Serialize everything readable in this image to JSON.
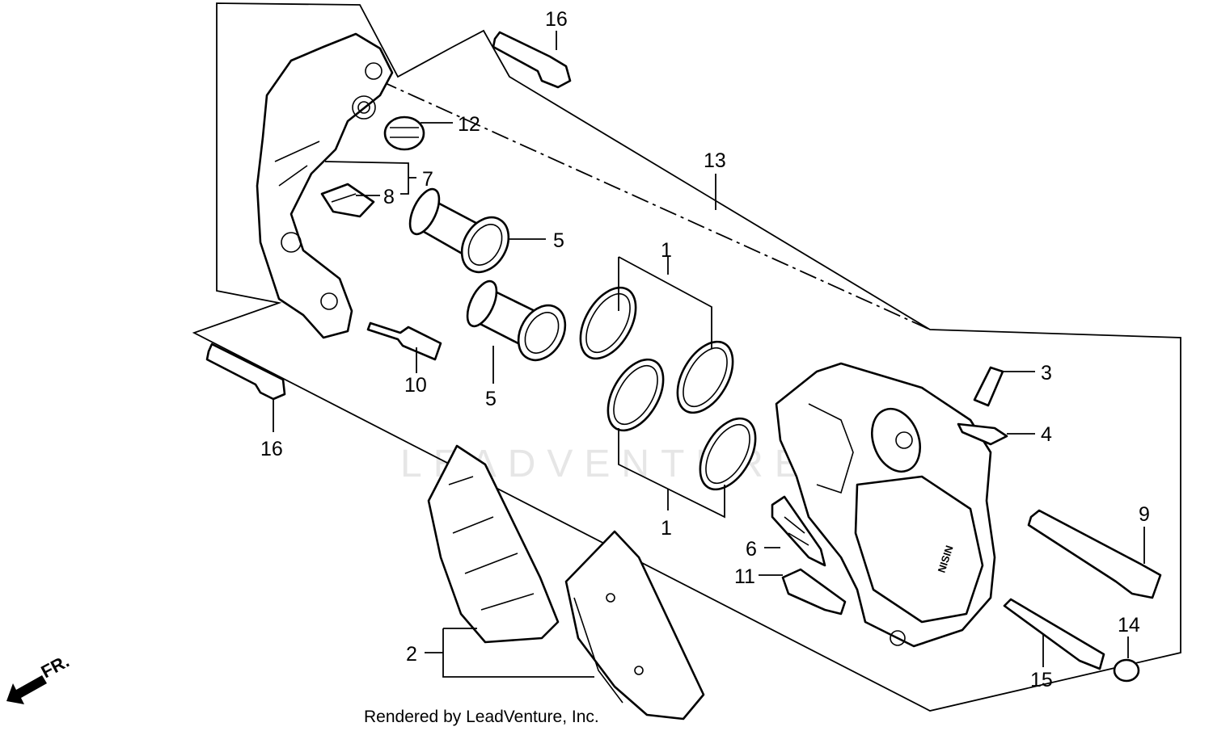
{
  "labels": {
    "p1": "1",
    "p2": "2",
    "p3": "3",
    "p4": "4",
    "p5": "5",
    "p6": "6",
    "p7": "7",
    "p8": "8",
    "p9": "9",
    "p10": "10",
    "p11": "11",
    "p12": "12",
    "p13": "13",
    "p14": "14",
    "p15": "15",
    "p16": "16"
  },
  "front_marker": "FR.",
  "caliper_brand": "NISIN",
  "watermark": "LEADVENTURE",
  "credit": "Rendered by LeadVenture, Inc."
}
